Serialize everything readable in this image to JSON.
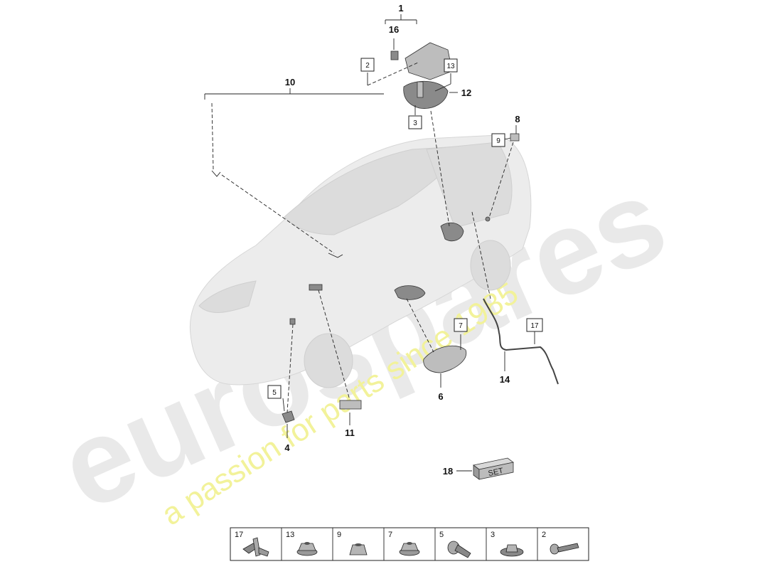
{
  "watermark": {
    "brand": "eurospares",
    "tagline": "a passion for parts since 1985"
  },
  "callouts": {
    "n1": "1",
    "n16": "16",
    "n2": "2",
    "n13": "13",
    "n12": "12",
    "n3": "3",
    "n10": "10",
    "n8": "8",
    "n9": "9",
    "n7": "7",
    "n17": "17",
    "n14": "14",
    "n6": "6",
    "n5": "5",
    "n4": "4",
    "n11": "11",
    "n18": "18"
  },
  "set_label": "SET",
  "legend": [
    {
      "num": "17",
      "icon": "clip-icon"
    },
    {
      "num": "13",
      "icon": "flange-nut-icon"
    },
    {
      "num": "9",
      "icon": "nut-icon"
    },
    {
      "num": "7",
      "icon": "flange-nut-icon"
    },
    {
      "num": "5",
      "icon": "screw-icon"
    },
    {
      "num": "3",
      "icon": "washer-nut-icon"
    },
    {
      "num": "2",
      "icon": "bolt-icon"
    }
  ],
  "colors": {
    "line": "#222222",
    "watermark_grey": "#e9e9e9",
    "watermark_yellow": "#f2f29a"
  }
}
